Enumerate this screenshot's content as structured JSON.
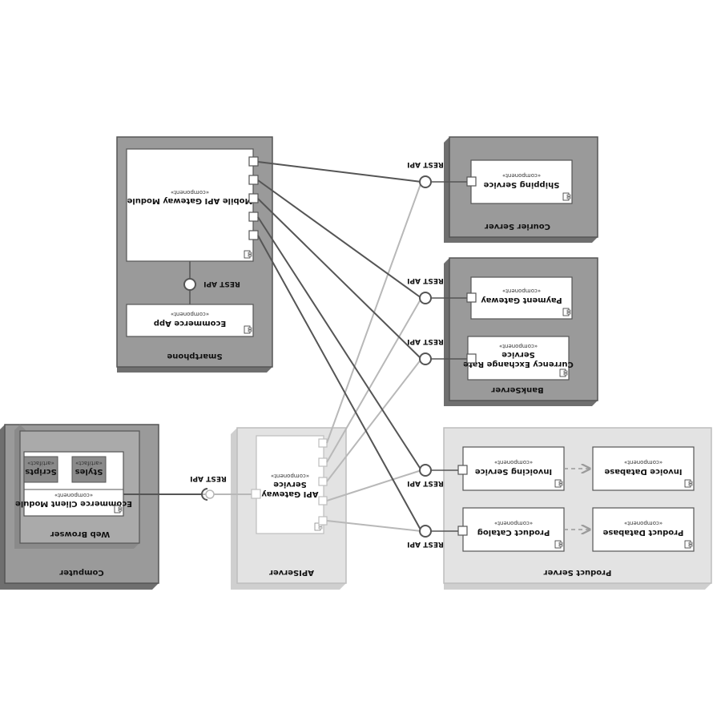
{
  "stereotype_component": "«component»",
  "stereotype_artifact": "«artifact»",
  "interface_label": "REST API",
  "nodes": {
    "computer": "Computer",
    "web_browser": "Web Browser",
    "api_server": "APIServer",
    "product_server": "Product Server",
    "bank_server": "BankServer",
    "courier_server": "Courier Server",
    "smartphone": "Smartphone"
  },
  "components": {
    "ecommerce_client": "Ecommerce Client Module",
    "styles": "Styles",
    "scripts": "Scripts",
    "api_gateway_line1": "API Gateway",
    "api_gateway_line2": "Service",
    "product_catalog": "Product Catalog",
    "product_database": "Product Database",
    "invoicing_service": "Invoicing Service",
    "invoice_database": "Invoice Database",
    "currency_line1": "Currency Exchange Rate",
    "currency_line2": "Service",
    "payment_gateway": "Payment Gateway",
    "shipping_service": "Shipping Service",
    "ecommerce_app": "Ecommerce App",
    "mobile_gateway": "Mobile API Gateway Module"
  },
  "colors": {
    "dark_node": "#9a9a9a",
    "light_node": "#e3e3e3",
    "component_fill": "#ffffff",
    "dark_line": "#555555",
    "light_line": "#b8b8b8",
    "artifact_fill": "#8a8a8a"
  }
}
